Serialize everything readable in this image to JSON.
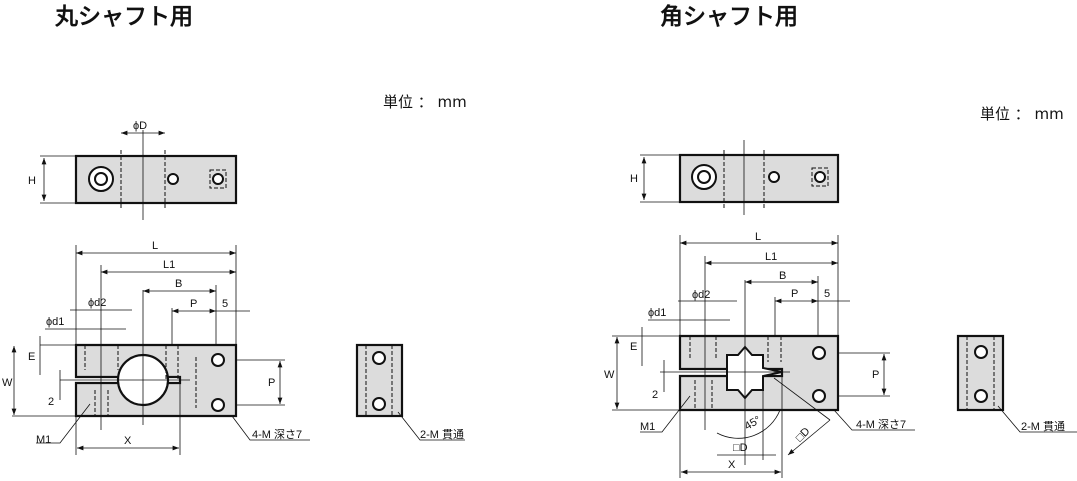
{
  "round_shaft": {
    "title": "丸シャフト用",
    "unit": "単位 ： mm",
    "labels": {
      "phiD": "ϕD",
      "H": "H",
      "L": "L",
      "L1": "L1",
      "B": "B",
      "P": "P",
      "five": "5",
      "phid2": "ϕd2",
      "phid1": "ϕd1",
      "E": "E",
      "W": "W",
      "two": "2",
      "M1": "M1",
      "X": "X",
      "fourM": "4-M 深さ7",
      "twoM": "2-M 貫通",
      "P2": "P"
    }
  },
  "square_shaft": {
    "title": "角シャフト用",
    "unit": "単位 ： mm",
    "labels": {
      "H": "H",
      "L": "L",
      "L1": "L1",
      "B": "B",
      "P": "P",
      "five": "5",
      "phid2": "ϕd2",
      "phid1": "ϕd1",
      "E": "E",
      "W": "W",
      "two": "2",
      "M1": "M1",
      "X": "X",
      "angle": "45°",
      "sqD": "□D",
      "sqD2": "□D",
      "fourM": "4-M 深さ7",
      "twoM": "2-M 貫通",
      "P2": "P"
    }
  }
}
